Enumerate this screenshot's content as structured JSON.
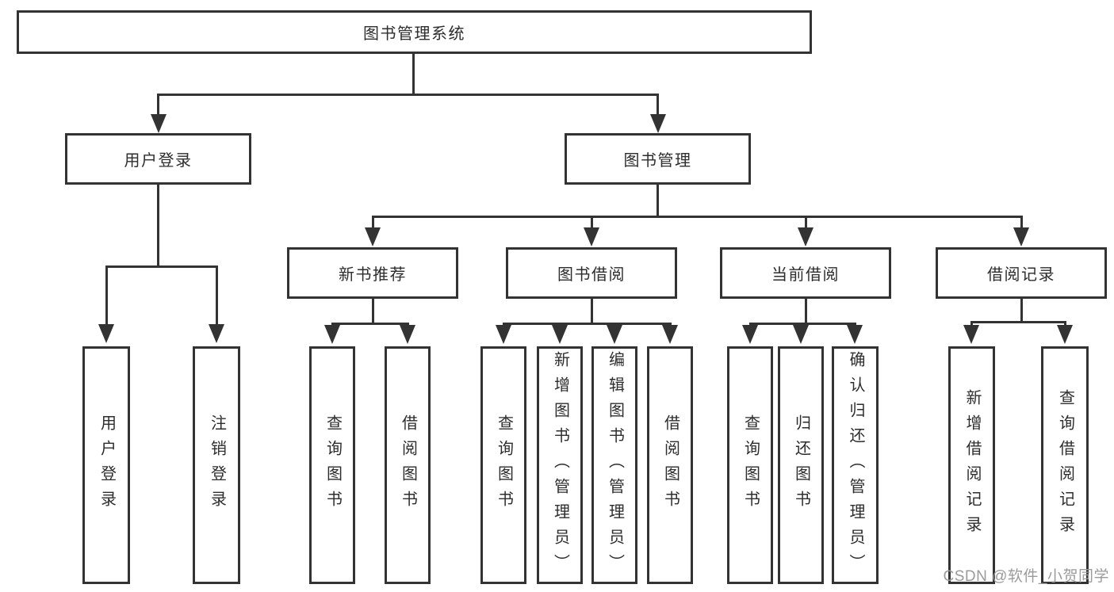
{
  "diagram": {
    "type": "hierarchy-tree",
    "line_color": "#333333",
    "watermark": {
      "text": "CSDN @软件_小贺同学",
      "color": "#9b9b9b"
    },
    "nodes": {
      "root": {
        "label": "图书管理系统"
      },
      "user_login": {
        "label": "用户登录"
      },
      "book_mgmt": {
        "label": "图书管理"
      },
      "new_book_rec": {
        "label": "新书推荐"
      },
      "book_borrow": {
        "label": "图书借阅"
      },
      "current_borrow": {
        "label": "当前借阅"
      },
      "borrow_records": {
        "label": "借阅记录"
      },
      "leaf_user_login": {
        "label": "用户登录"
      },
      "leaf_logout": {
        "label": "注销登录"
      },
      "leaf_nb_query": {
        "label": "查询图书"
      },
      "leaf_nb_borrow": {
        "label": "借阅图书"
      },
      "leaf_bb_query": {
        "label": "查询图书"
      },
      "leaf_bb_add": {
        "label": "新增图书（管理员）"
      },
      "leaf_bb_edit": {
        "label": "编辑图书（管理员）"
      },
      "leaf_bb_borrow": {
        "label": "借阅图书"
      },
      "leaf_cb_query": {
        "label": "查询图书"
      },
      "leaf_cb_return": {
        "label": "归还图书"
      },
      "leaf_cb_confirm": {
        "label": "确认归还（管理员）"
      },
      "leaf_br_add": {
        "label": "新增借阅记录"
      },
      "leaf_br_query": {
        "label": "查询借阅记录"
      }
    },
    "hierarchy": {
      "root": [
        "user_login",
        "book_mgmt"
      ],
      "user_login": [
        "leaf_user_login",
        "leaf_logout"
      ],
      "book_mgmt": [
        "new_book_rec",
        "book_borrow",
        "current_borrow",
        "borrow_records"
      ],
      "new_book_rec": [
        "leaf_nb_query",
        "leaf_nb_borrow"
      ],
      "book_borrow": [
        "leaf_bb_query",
        "leaf_bb_add",
        "leaf_bb_edit",
        "leaf_bb_borrow"
      ],
      "current_borrow": [
        "leaf_cb_query",
        "leaf_cb_return",
        "leaf_cb_confirm"
      ],
      "borrow_records": [
        "leaf_br_add",
        "leaf_br_query"
      ]
    }
  }
}
